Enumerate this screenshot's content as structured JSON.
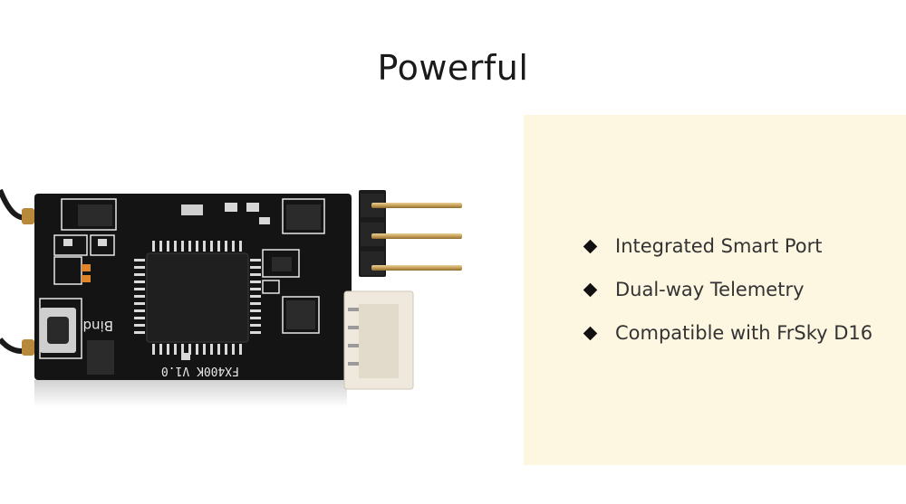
{
  "title": "Powerful",
  "board": {
    "bind_label": "Bind",
    "model_label": "FX400K V1.0"
  },
  "features": [
    {
      "icon": "diamond-bullet-icon",
      "label": "Integrated Smart Port"
    },
    {
      "icon": "diamond-bullet-icon",
      "label": "Dual-way Telemetry"
    },
    {
      "icon": "diamond-bullet-icon",
      "label": "Compatible with FrSky D16"
    }
  ],
  "colors": {
    "panel_background": "#fdf6e0",
    "board": "#141414",
    "pins": "#c8a15a"
  }
}
